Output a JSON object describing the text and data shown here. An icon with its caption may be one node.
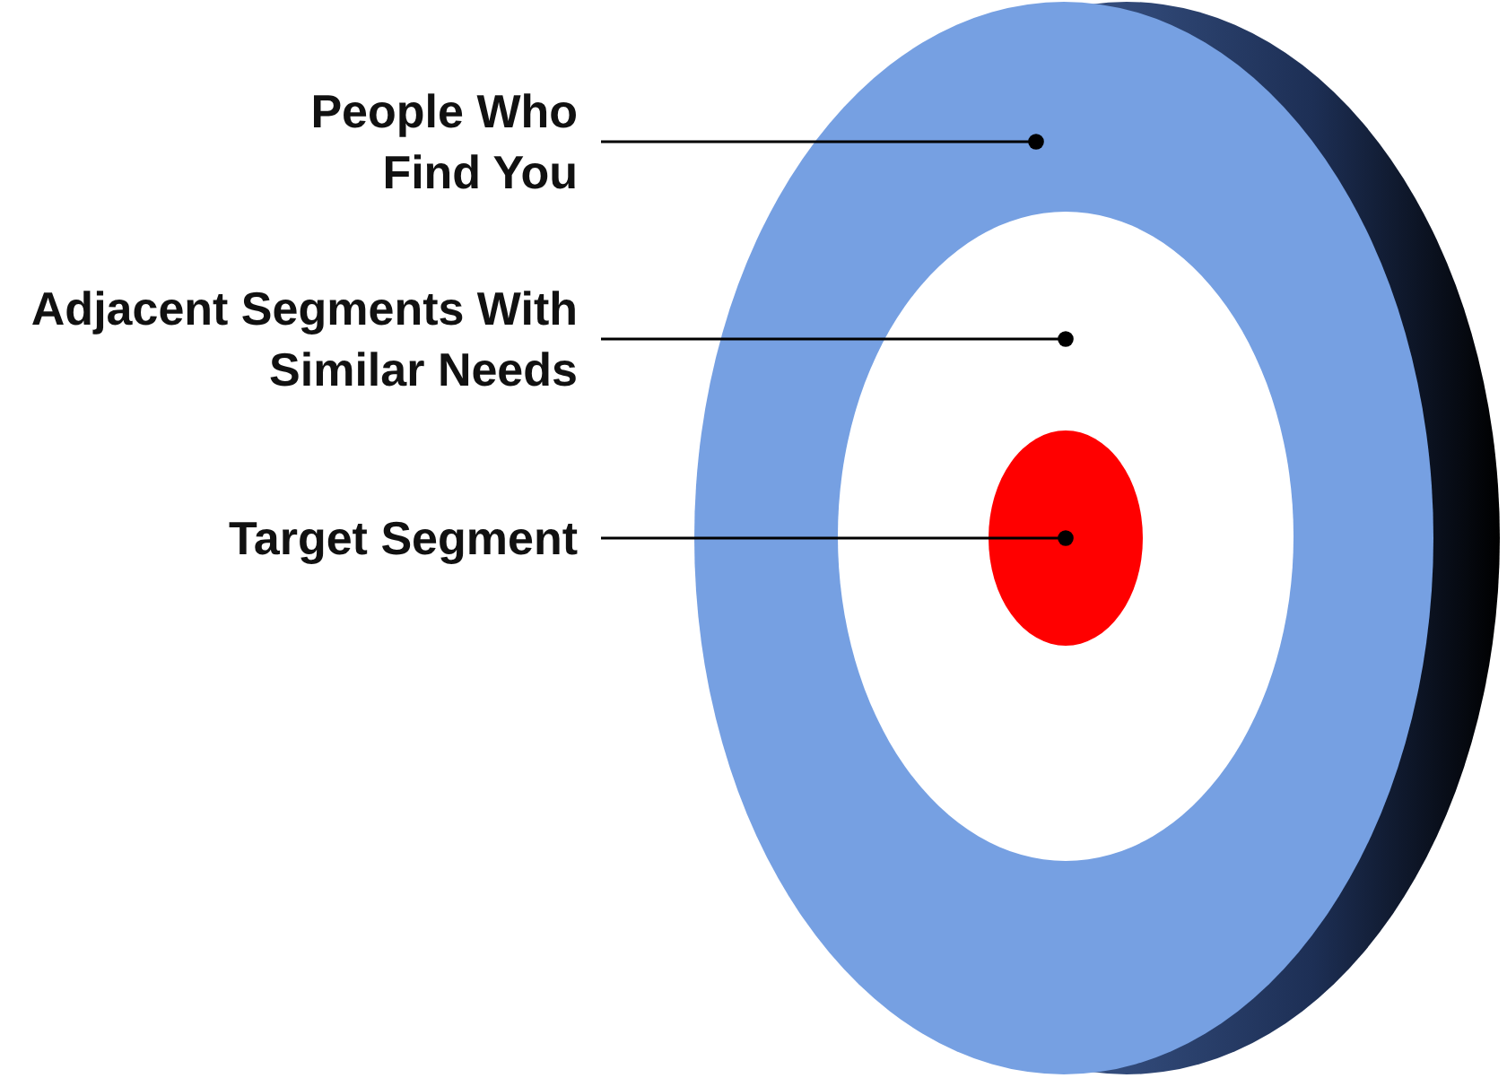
{
  "diagram": {
    "nodes": [
      {
        "text": [
          "People Who Find You"
        ]
      },
      {
        "text": [
          "Adjacent Segments With Similar Needs"
        ]
      },
      {
        "text": [
          "Target Segment"
        ]
      },
      {
        "text": [],
        "shape": "circle"
      },
      {
        "text": [],
        "shape": "circle",
        "in": 3
      },
      {
        "text": [],
        "shape": "circle",
        "in": 4
      }
    ],
    "edges": [
      {
        "from": 0,
        "to": 3,
        "arrow": "other"
      },
      {
        "from": 1,
        "to": 4,
        "arrow": "other"
      },
      {
        "from": 2,
        "to": 5,
        "arrow": "other"
      }
    ]
  }
}
